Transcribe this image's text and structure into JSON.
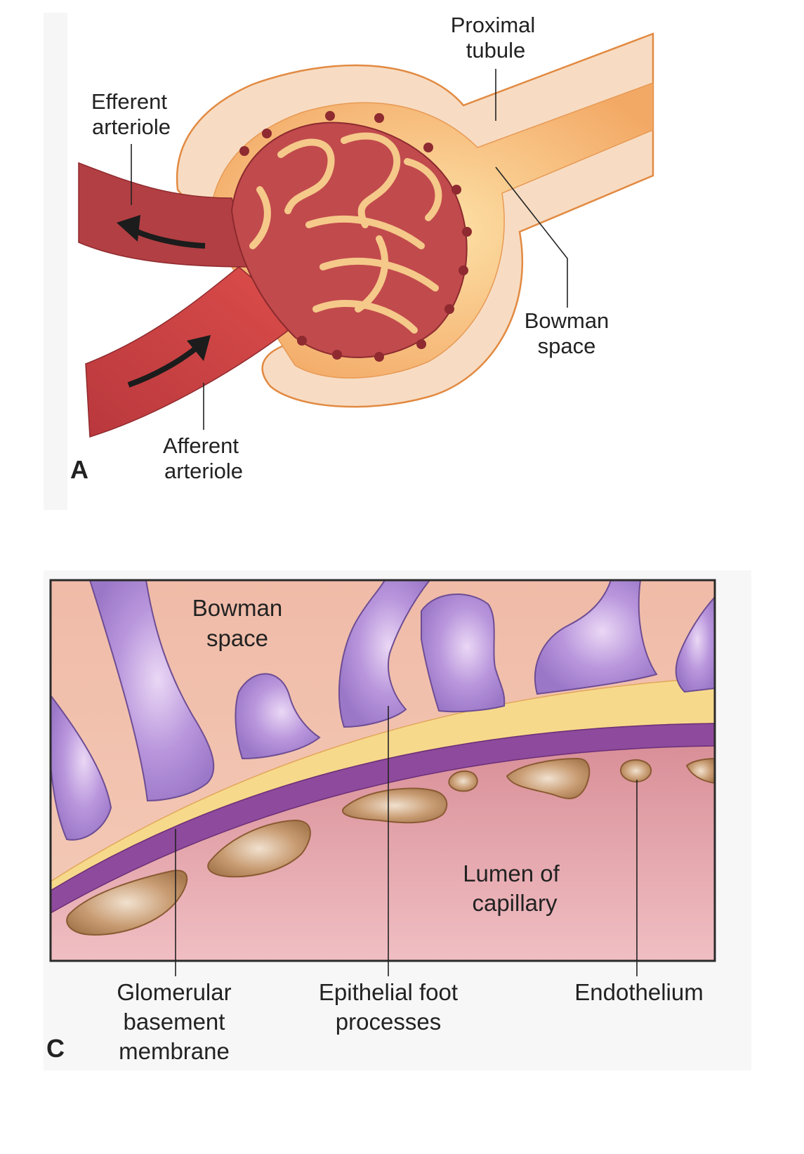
{
  "panel_a": {
    "letter": "A",
    "labels": {
      "proximal_tubule": [
        "Proximal",
        "tubule"
      ],
      "efferent_arteriole": [
        "Efferent",
        "arteriole"
      ],
      "bowman_space": [
        "Bowman",
        "space"
      ],
      "afferent_arteriole": [
        "Afferent",
        "arteriole"
      ]
    }
  },
  "panel_c": {
    "letter": "C",
    "labels": {
      "bowman_space": [
        "Bowman",
        "space"
      ],
      "lumen_of_capillary": [
        "Lumen of",
        "capillary"
      ],
      "glomerular_basement_membrane": [
        "Glomerular",
        "basement",
        "membrane"
      ],
      "epithelial_foot_processes": [
        "Epithelial foot",
        "processes"
      ],
      "endothelium": [
        "Endothelium"
      ]
    }
  },
  "colors": {
    "vessel_dark": "#a8363b",
    "vessel_light": "#c9484b",
    "capsule_outer": "#f6dcc4",
    "capsule_inner": "#f4b575",
    "capsule_edge": "#e08840",
    "bowman_space_pink": "#eeb6a4",
    "foot_process": "#b48fd6",
    "basement_yellow": "#f6d88a",
    "basement_purple": "#8e4a9c",
    "capillary_lumen": "#e7a6ad",
    "endothelial_cell": "#b48760"
  }
}
